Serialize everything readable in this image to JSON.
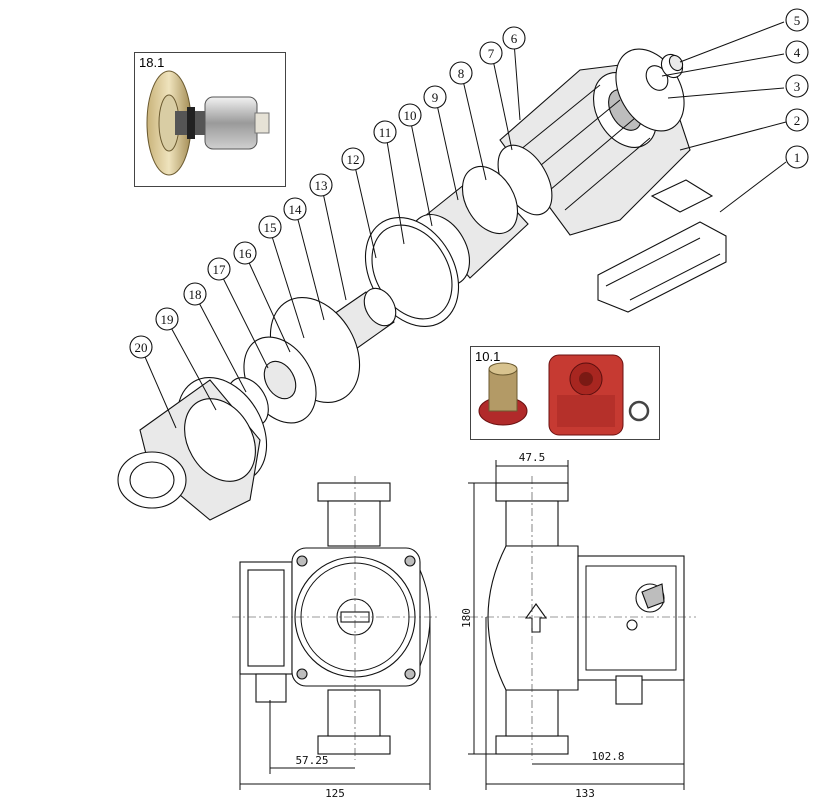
{
  "balloons": [
    "1",
    "2",
    "3",
    "4",
    "5",
    "6",
    "7",
    "8",
    "9",
    "10",
    "11",
    "12",
    "13",
    "14",
    "15",
    "16",
    "17",
    "18",
    "19",
    "20"
  ],
  "insets": {
    "rotor_label": "18.1",
    "housing_label": "10.1"
  },
  "dimensions": {
    "top_width": "47.5",
    "height": "180",
    "offset_left": "57.25",
    "width_front": "125",
    "offset_right": "102.8",
    "width_side": "133"
  }
}
